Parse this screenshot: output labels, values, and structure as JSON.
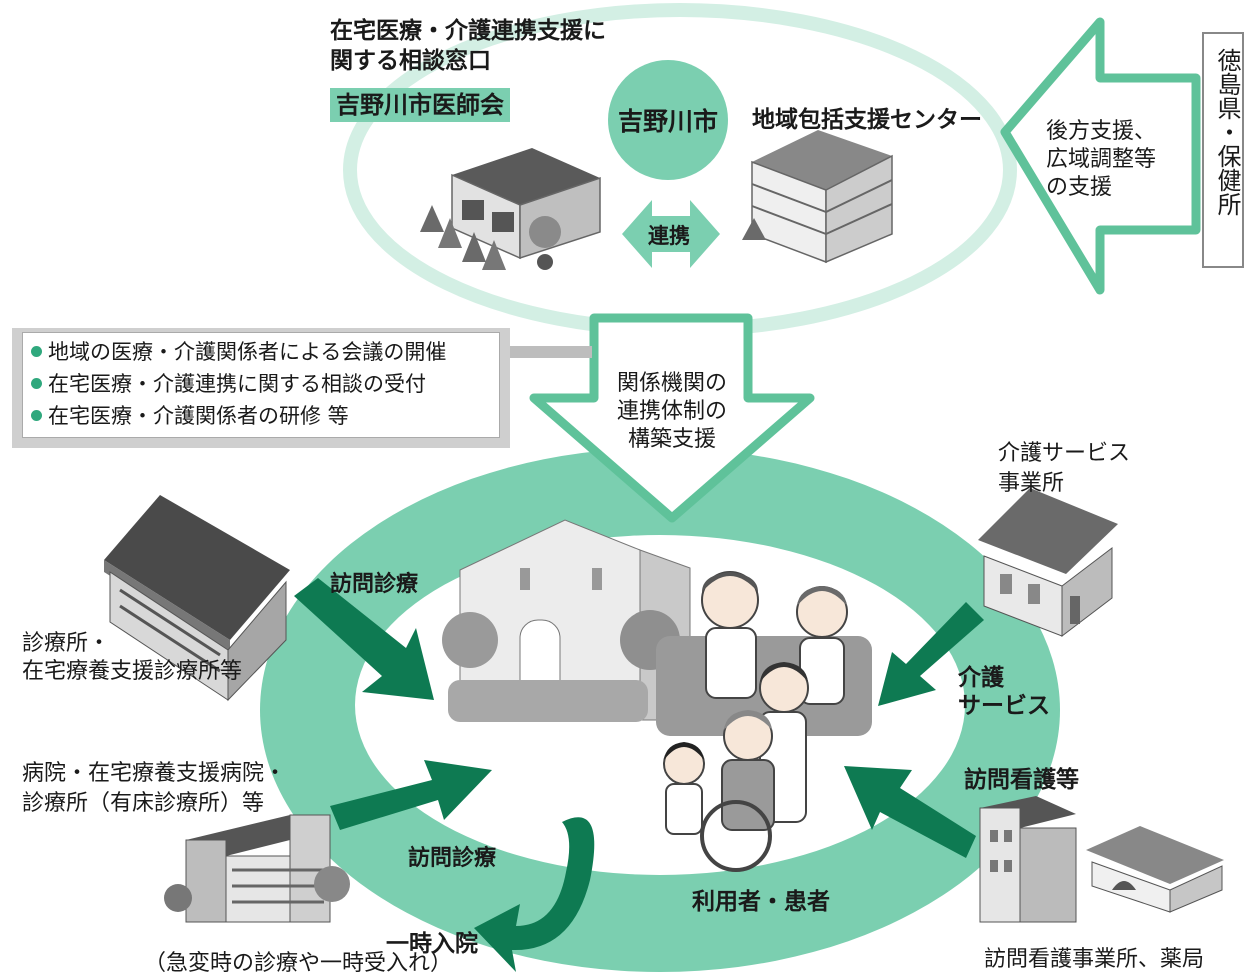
{
  "consult": {
    "title_line1": "在宅医療・介護連携支援に",
    "title_line2": "関する相談窓口",
    "association": "吉野川市医師会"
  },
  "city": "吉野川市",
  "center": "地域包括支援センター",
  "cooperation": "連携",
  "support": {
    "line1": "後方支援、",
    "line2": "広域調整等",
    "line3": "の支援"
  },
  "prefecture": "徳島県・保健所",
  "activities": [
    "地域の医療・介護関係者による会議の開催",
    "在宅医療・介護連携に関する相談の受付",
    "在宅医療・介護関係者の研修 等"
  ],
  "network": {
    "line1": "関係機関の",
    "line2": "連携体制の",
    "line3": "構築支援"
  },
  "clinic": {
    "line1": "診療所・",
    "line2": "在宅療養支援診療所等"
  },
  "hospital": {
    "line1": "病院・在宅療養支援病院・",
    "line2": "診療所（有床診療所）等"
  },
  "visit_medical_top": "訪問診療",
  "visit_medical_bottom": "訪問診療",
  "care_office": {
    "line1": "介護サービス",
    "line2": "事業所"
  },
  "care_service": {
    "line1": "介護",
    "line2": "サービス"
  },
  "visit_nursing": "訪問看護等",
  "nursing_office": "訪問看護事業所、薬局",
  "patient": "利用者・患者",
  "temp_admission": "一時入院",
  "emergency_note": "（急変時の診療や一時受入れ）",
  "colors": {
    "light_green": "#7bcfb0",
    "pale_green": "#d3efe4",
    "dark_green": "#0e7a52",
    "outline_green": "#5fc29a"
  }
}
